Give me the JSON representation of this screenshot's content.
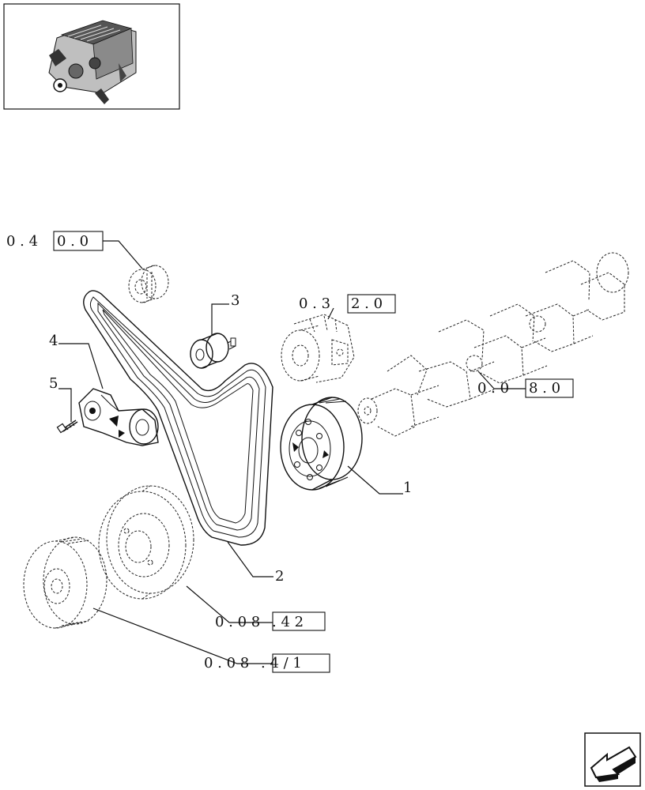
{
  "parts": [
    {
      "id": "p1",
      "label": "1",
      "name": "pulley"
    },
    {
      "id": "p2",
      "label": "2",
      "name": "belt"
    },
    {
      "id": "p3",
      "label": "3",
      "name": "idler-roller"
    },
    {
      "id": "p4",
      "label": "4",
      "name": "belt-tensioner"
    },
    {
      "id": "p5",
      "label": "5",
      "name": "screw"
    }
  ],
  "references": {
    "r1": {
      "prefix": "0 . 4",
      "boxed": "0 . 0"
    },
    "r2": {
      "prefix": "0 . 3",
      "boxed": "2 . 0"
    },
    "r3": {
      "prefix": "0 . 0",
      "boxed": "8 . 0"
    },
    "r4": {
      "prefix": "0 . 0 8",
      "boxed": ". 4 2"
    },
    "r5": {
      "prefix": "0 . 0 8",
      "boxed": ". 4 / 1"
    }
  },
  "icons": {
    "thumbnail": "engine-thumbnail-icon",
    "nav": "back-arrow-icon"
  }
}
